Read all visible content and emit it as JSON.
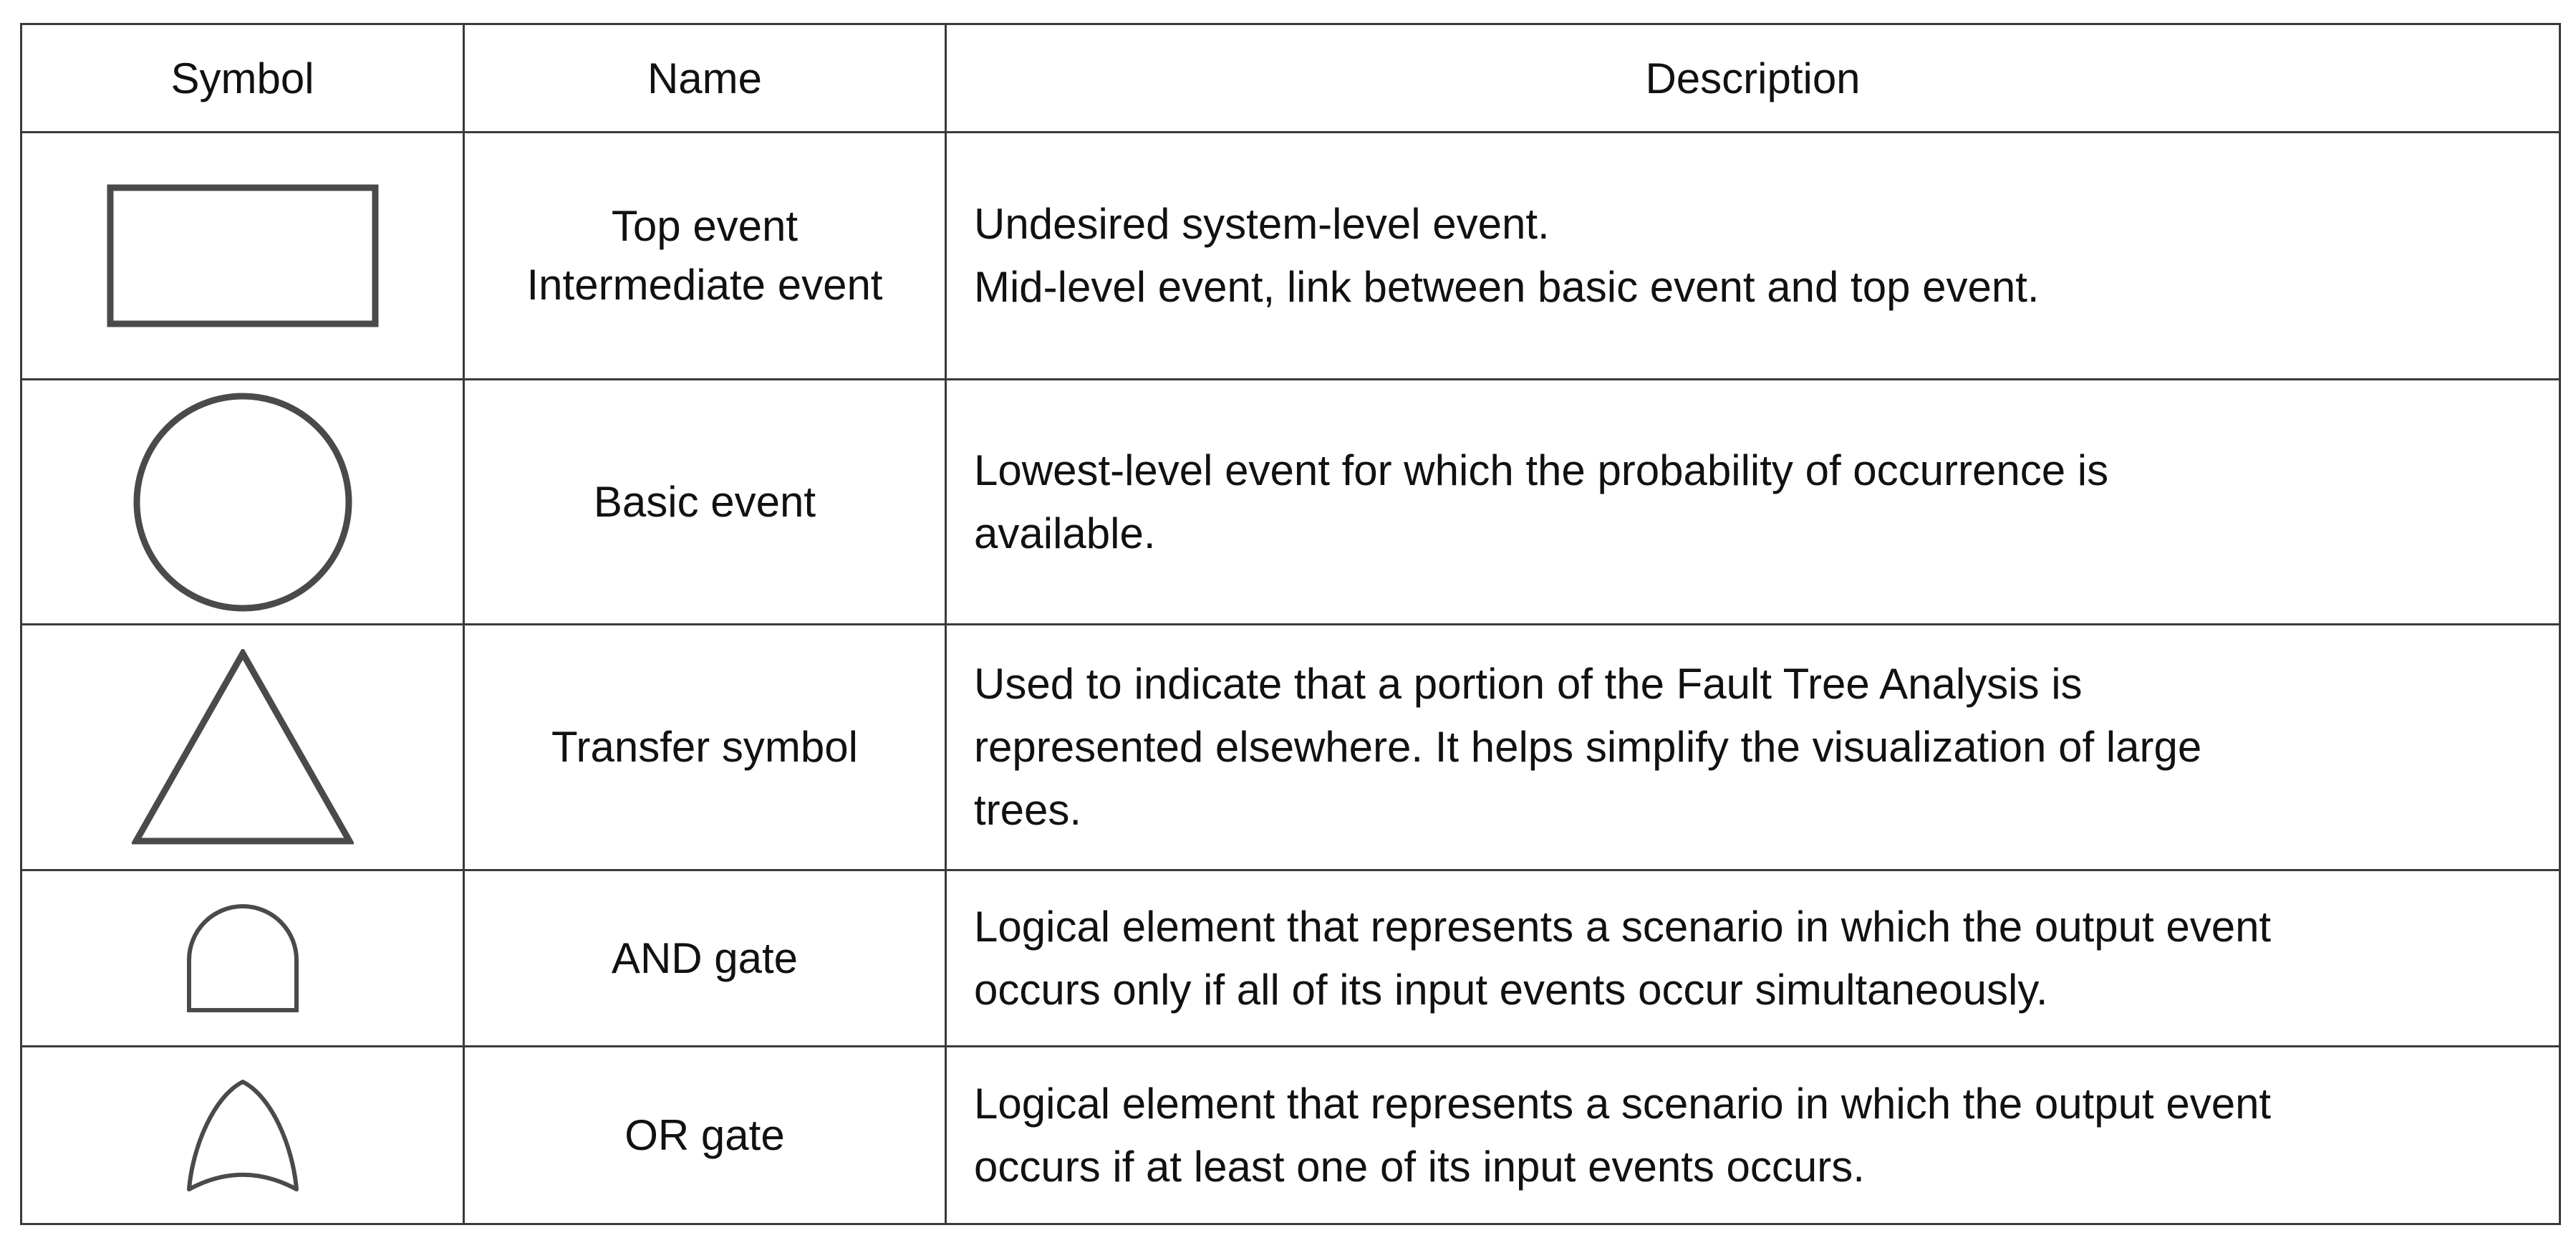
{
  "table": {
    "headers": {
      "symbol": "Symbol",
      "name": "Name",
      "description": "Description"
    },
    "rows": [
      {
        "symbol_icon": "rectangle-icon",
        "name_lines": [
          "Top event",
          "Intermediate event"
        ],
        "description_lines": [
          "Undesired system-level event.",
          "Mid-level event, link between basic event and top event."
        ]
      },
      {
        "symbol_icon": "circle-icon",
        "name_lines": [
          "Basic event"
        ],
        "description_lines": [
          "Lowest-level event for which the probability of occurrence is",
          "available."
        ]
      },
      {
        "symbol_icon": "triangle-icon",
        "name_lines": [
          "Transfer symbol"
        ],
        "description_lines": [
          "Used to indicate that a portion of the Fault Tree Analysis is",
          "represented elsewhere. It helps simplify the visualization of large",
          "trees."
        ]
      },
      {
        "symbol_icon": "and-gate-icon",
        "name_lines": [
          "AND gate"
        ],
        "description_lines": [
          "Logical element that represents a scenario in which the output event",
          "occurs only if all of its input events occur simultaneously."
        ]
      },
      {
        "symbol_icon": "or-gate-icon",
        "name_lines": [
          "OR gate"
        ],
        "description_lines": [
          "Logical element that represents a scenario in which the output event",
          "occurs if at least one of its input events occurs."
        ]
      }
    ]
  }
}
